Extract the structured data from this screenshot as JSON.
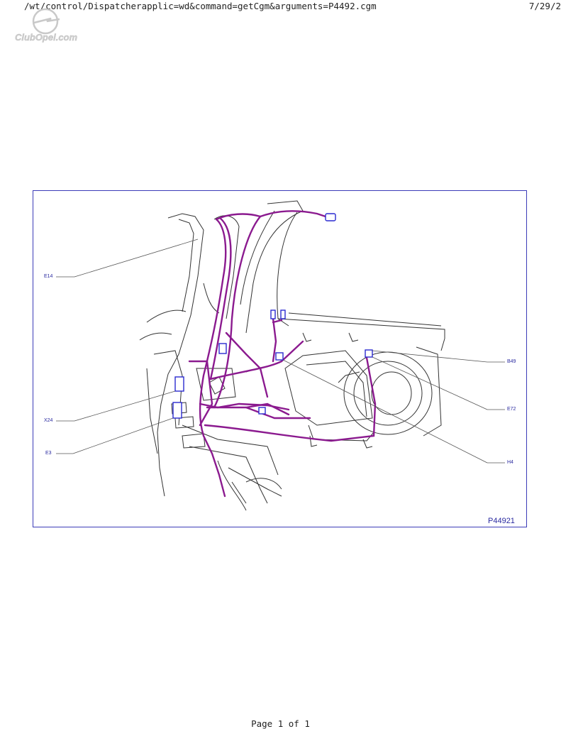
{
  "header": {
    "url": "/wt/control/Dispatcherapplic=wd&command=getCgm&arguments=P4492.cgm",
    "date": "7/29/2"
  },
  "watermark": {
    "text": "ClubOpel.com",
    "icon": "opel-logo-icon"
  },
  "figure": {
    "code": "P44921",
    "callouts": [
      "E14",
      "X24",
      "E3",
      "B49",
      "E72",
      "H4"
    ]
  },
  "footer": {
    "text": "Page 1 of 1"
  },
  "colors": {
    "harness": "#8b1a8f",
    "connector": "#2a2ad0",
    "frame": "#3b3bb8",
    "label": "#2a2aa0"
  }
}
